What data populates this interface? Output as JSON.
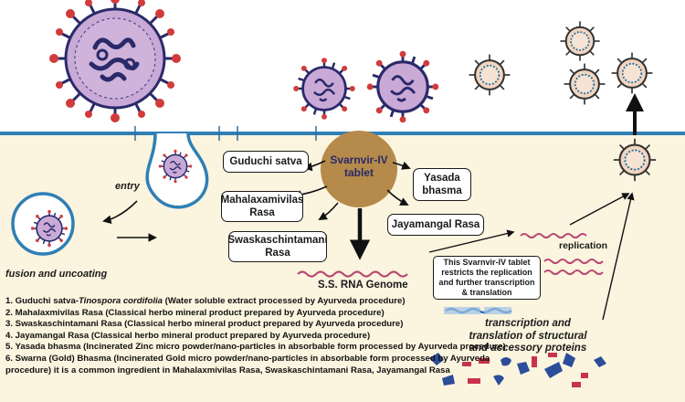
{
  "tablet": {
    "line1": "Svarnvir-IV",
    "line2": "tablet"
  },
  "boxes": {
    "guduchi": "Guduchi satva",
    "mahalaxamivilas_1": "Mahalaxamivilas",
    "mahalaxamivilas_2": "Rasa",
    "swaskaschintamani_1": "Swaskaschintamani",
    "swaskaschintamani_2": "Rasa",
    "yasada_1": "Yasada",
    "yasada_2": "bhasma",
    "jayamangal": "Jayamangal Rasa",
    "restrict_1": "This Svarnvir-IV tablet",
    "restrict_2": "restricts the replication",
    "restrict_3": "and further transcription",
    "restrict_4": "& translation"
  },
  "labels": {
    "entry": "entry",
    "fusion": "fusion and uncoating",
    "genome": "S.S. RNA Genome",
    "replication": "replication",
    "transcription_1": "transcription and",
    "transcription_2": "translation of structural",
    "transcription_3": "and accessory proteins"
  },
  "legend": {
    "item1_a": "1. Guduchi satva-",
    "item1_b": "Tinospora cordifolia",
    "item1_c": " (Water soluble extract processed by Ayurveda procedure)",
    "item2": "2. Mahalaxmivilas Rasa  (Classical herbo mineral product prepared by Ayurveda procedure)",
    "item3": "3. Swaskaschintamani Rasa (Classical herbo mineral product prepared by Ayurveda procedure)",
    "item4": "4. Jayamangal Rasa (Classical herbo mineral product prepared by Ayurveda procedure)",
    "item5": "5. Yasada bhasma (Incinerated Zinc micro powder/nano-particles in absorbable form processed by Ayurveda procedure)",
    "item6_a": "6. Swarna (Gold) Bhasma (Incinerated Gold micro powder/nano-particles in absorbable form processed by Ayurveda",
    "item6_b": "procedure)   it is a common ingredient in  Mahalaxmivilas Rasa, Swaskaschintamani Rasa, Jayamangal Rasa"
  },
  "colors": {
    "membrane": "#2f7fb5",
    "cytoplasm": "#fbf4df",
    "virus_body": "#c9a9d6",
    "virus_outline": "#2a2a6a",
    "spike_red": "#d23b3b",
    "tablet": "#b58a4a",
    "rna": "#b84a73"
  }
}
